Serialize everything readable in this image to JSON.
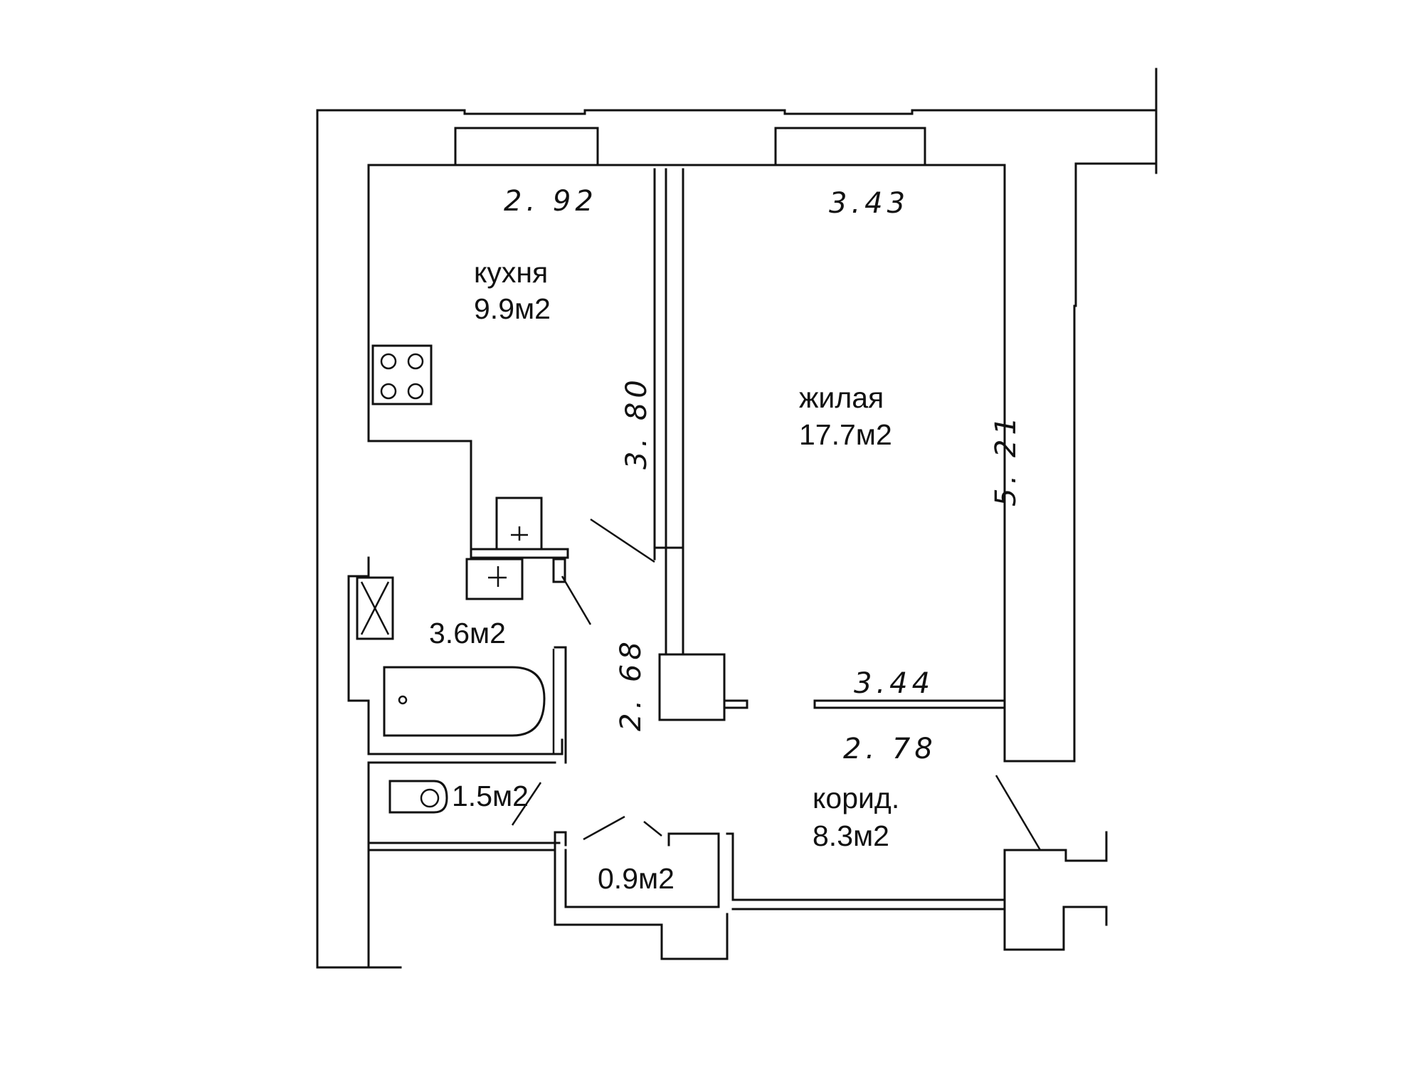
{
  "rooms": {
    "kitchen": {
      "name": "кухня",
      "area": "9.9м2"
    },
    "living": {
      "name": "жилая",
      "area": "17.7м2"
    },
    "corridor": {
      "name": "корид.",
      "area": "8.3м2"
    },
    "bathroom": {
      "area": "3.6м2"
    },
    "toilet": {
      "area": "1.5м2"
    },
    "closet": {
      "area": "0.9м2"
    }
  },
  "dimensions": {
    "kitchen_width": "2. 92",
    "kitchen_length": "3. 80",
    "living_width_top": "3.43",
    "living_length": "5. 21",
    "living_width_bottom": "3.44",
    "corridor_width": "2. 78",
    "corridor_length": "2. 68"
  }
}
